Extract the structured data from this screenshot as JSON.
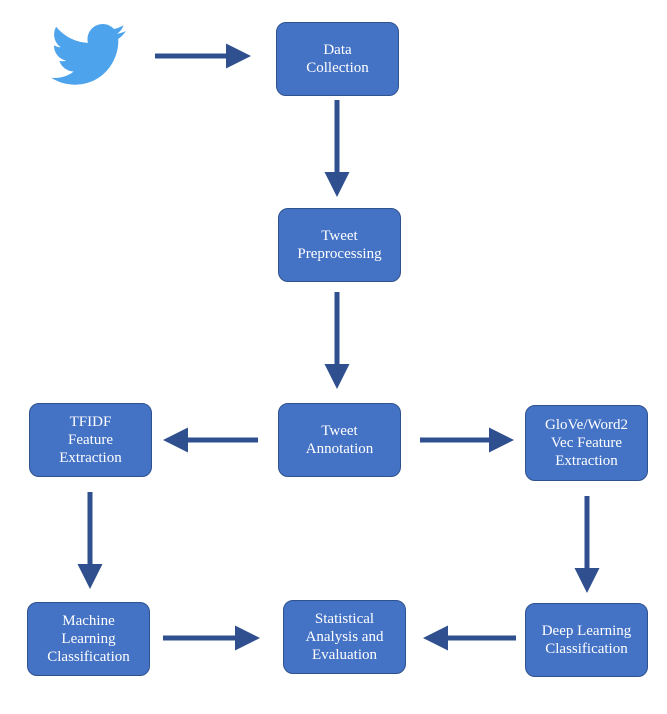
{
  "diagram": {
    "colors": {
      "box_fill": "#4472c4",
      "box_border": "#2f528f",
      "arrow": "#2f4f8f",
      "bird": "#4da3ec"
    },
    "source_icon": "twitter-bird-icon",
    "nodes": {
      "data_collection": "Data\nCollection",
      "tweet_preprocessing": "Tweet\nPreprocessing",
      "tweet_annotation": "Tweet\nAnnotation",
      "tfidf": "TFIDF\nFeature\nExtraction",
      "glove": "GloVe/Word2\nVec Feature\nExtraction",
      "ml_classification": "Machine\nLearning\nClassification",
      "statistical_analysis": "Statistical\nAnalysis and\nEvaluation",
      "dl_classification": "Deep Learning\nClassification"
    }
  }
}
